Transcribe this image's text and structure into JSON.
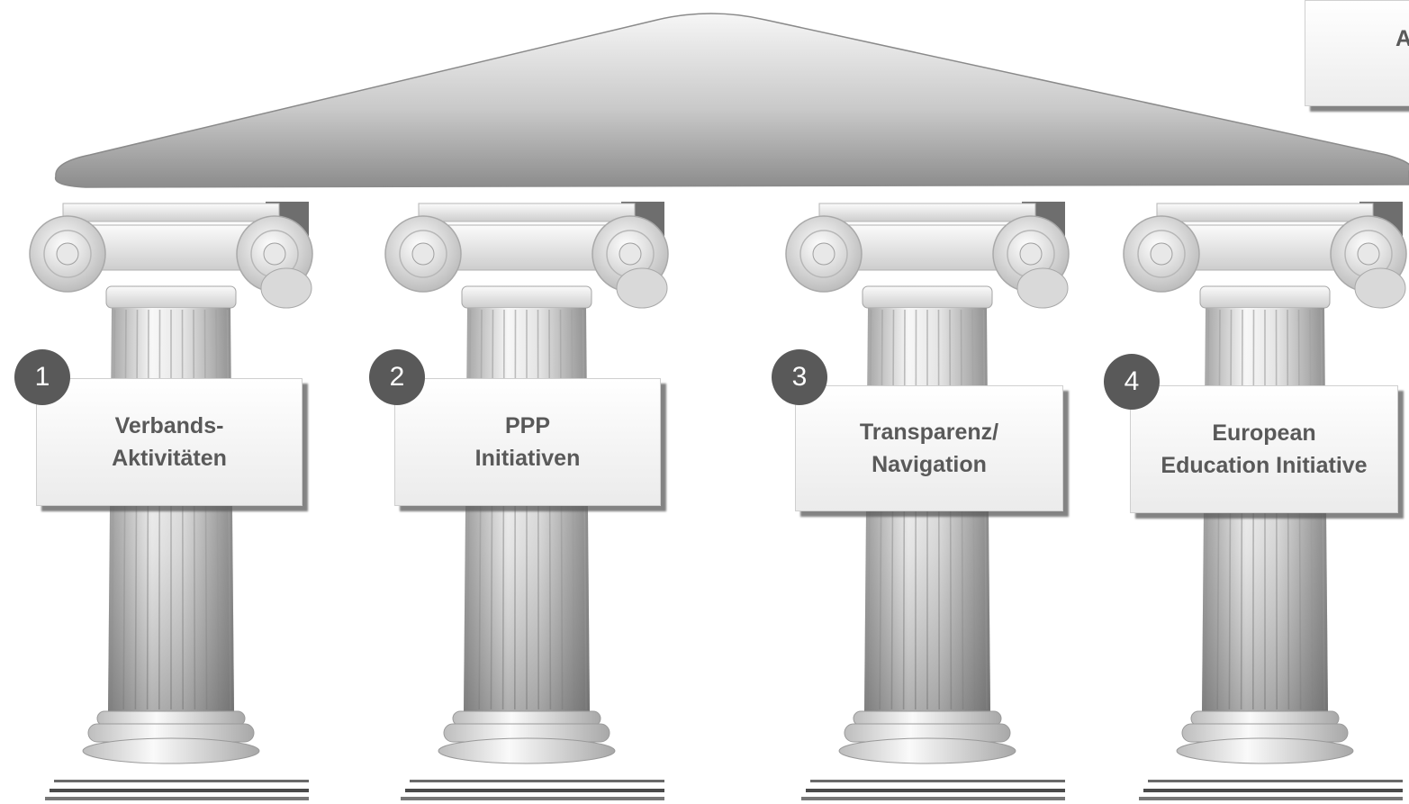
{
  "corner_box": {
    "text": "A"
  },
  "pillars": [
    {
      "number": "1",
      "label": "Verbands-\nAktivitäten"
    },
    {
      "number": "2",
      "label": "PPP\nInitiativen"
    },
    {
      "number": "3",
      "label": "Transparenz/\nNavigation"
    },
    {
      "number": "4",
      "label": "European\nEducation Initiative"
    }
  ],
  "colors": {
    "roof": "#8e8e8e",
    "label_text": "#595959",
    "badge": "#595959",
    "shadow": "#5a5a5a"
  }
}
